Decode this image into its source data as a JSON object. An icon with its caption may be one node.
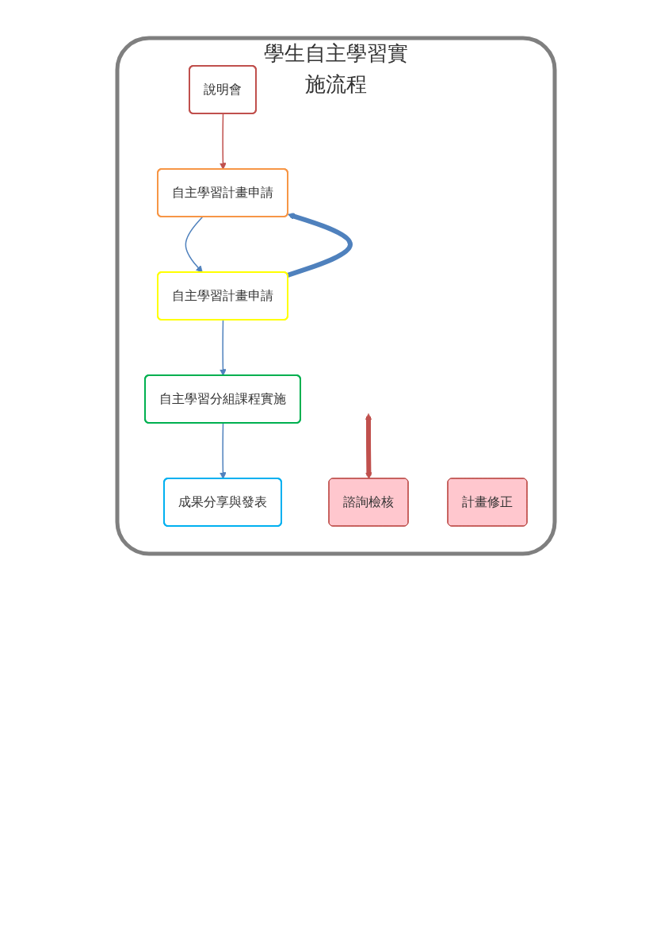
{
  "diagram": {
    "nodes": [
      {
        "text": [
          "學生自主學習實施流程"
        ]
      },
      {
        "text": [
          "說明會"
        ],
        "in": 0
      },
      {
        "text": [
          "自主學習計畫申請"
        ],
        "in": 0
      },
      {
        "text": [
          "自主學習計畫申請"
        ],
        "in": 0
      },
      {
        "text": [
          "自主學習分組課程實施"
        ],
        "in": 0
      },
      {
        "text": [
          "成果分享與發表"
        ],
        "in": 0
      },
      {
        "text": [
          "計畫修正"
        ],
        "in": 0
      },
      {
        "text": [
          "諮詢檢核"
        ],
        "in": 0
      }
    ],
    "edges": [
      {
        "from": 1,
        "to": 2,
        "arrow": "to",
        "color": "#c0504d"
      },
      {
        "from": 2,
        "to": 3,
        "arrow": "to"
      },
      {
        "from": 3,
        "to": 4,
        "arrow": "to"
      },
      {
        "from": 4,
        "to": 5,
        "arrow": "to"
      },
      {
        "from": 3,
        "to": 2,
        "arrow": "to",
        "style": "thick"
      },
      {
        "from": null,
        "to": 7,
        "arrow": "both",
        "style": "thick",
        "color": "#c0504d"
      }
    ]
  }
}
